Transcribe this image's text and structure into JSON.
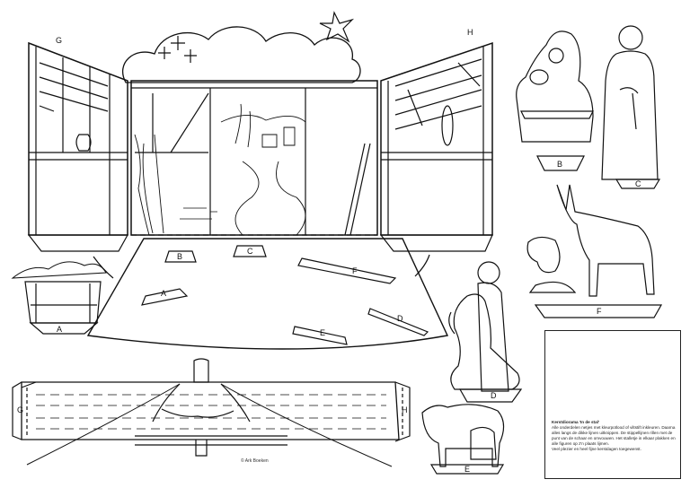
{
  "sheet": {
    "title": "Kerstdiorama 'In de stal'",
    "copyright": "© Ark Boeken",
    "colors": {
      "ink": "#111111",
      "paper": "#ffffff"
    }
  },
  "stable": {
    "left_wing_label": "G",
    "right_wing_label": "H",
    "floor_slots": [
      {
        "label": "A"
      },
      {
        "label": "B"
      },
      {
        "label": "C"
      },
      {
        "label": "D"
      },
      {
        "label": "E"
      },
      {
        "label": "F"
      }
    ]
  },
  "pieces": {
    "manger": {
      "label": "A"
    },
    "mary_and_child": {
      "label": "B"
    },
    "joseph": {
      "label": "C"
    },
    "shepherds": {
      "label": "D"
    },
    "sheep": {
      "label": "E"
    },
    "ox_and_donkey": {
      "label": "F"
    },
    "roof": {
      "left_label": "G",
      "right_label": "H"
    }
  },
  "instructions": {
    "title": "Kerstdiorama 'In de stal'",
    "lines": [
      "Alle onderdelen netjes met kleurpotlood of viltstift inkleuren. Daarna alles langs de dikke lijnen uitknippen. De stippellijnen rillen met de punt van de schaar en omvouwen. Het stalletje in elkaar plakken en alle figuren op z'n plaats lijmen.",
      "Veel plezier en heel fijne kerstdagen toegewenst."
    ]
  }
}
